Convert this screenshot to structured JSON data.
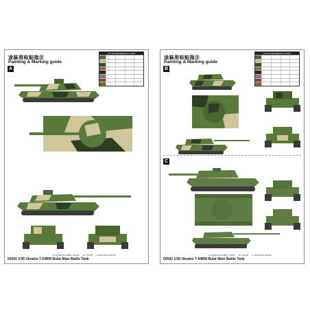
{
  "left_sheet": {
    "title_cn": "涂装用标贴指示",
    "title_en": "Painting & Marking guide",
    "sections": [
      "A"
    ],
    "footer": "00592 1/35 Ukraine T-64BM Bulat Main Battle Tank",
    "legend": [
      "H: AQUEOUS HOBBY COLOR",
      "Mr. COLOR",
      "A: ACRYSION COLOR"
    ]
  },
  "right_sheet": {
    "title_cn": "涂装用标贴指示",
    "title_en": "Painting & Marking guide",
    "sections": [
      "B",
      "C"
    ],
    "footer": "00592 1/35 Ukraine T-64BM Bulat Main Battle Tank",
    "legend": [
      "H: AQUEOUS HOBBY COLOR",
      "Mr. COLOR",
      "A: ACRYSION COLOR"
    ]
  },
  "color_reference": {
    "header": "COLOR REFERENCE CHART",
    "swatches": [
      "#4c6b34",
      "#c8bf93",
      "#3e4a2c",
      "#8a6c3d",
      "#2a2a2a",
      "#7a7a7a",
      "#a33",
      "#5d7a3a"
    ]
  },
  "colors": {
    "camo_green": "#5a7a3c",
    "camo_dark": "#2f3d22",
    "camo_sand": "#cfc69c",
    "camo_light": "#8fa06a",
    "plain_green": "#5f7d45",
    "track": "#3a3a3a"
  }
}
